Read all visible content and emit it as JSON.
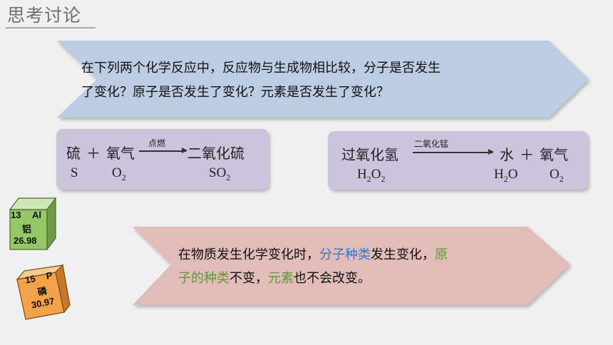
{
  "header": {
    "title": "思考讨论"
  },
  "question": {
    "line1": "在下列两个化学反应中，反应物与生成物相比较，分子是否发生",
    "line2": "了变化？原子是否发生了变化？元素是否发生了变化？"
  },
  "reaction1": {
    "reactant1": "硫",
    "plus": "＋",
    "reactant2": "氧气",
    "condition": "点燃",
    "product": "二氧化硫",
    "f_reactant1": "S",
    "f_reactant2_base": "O",
    "f_reactant2_sub": "2",
    "f_product_base": "SO",
    "f_product_sub": "2"
  },
  "reaction2": {
    "reactant": "过氧化氢",
    "condition": "二氧化锰",
    "product1": "水",
    "plus": "＋",
    "product2": "氧气",
    "f_reactant_h": "H",
    "f_reactant_sub1": "2",
    "f_reactant_o": "O",
    "f_reactant_sub2": "2",
    "f_product1_h": "H",
    "f_product1_sub": "2",
    "f_product1_o": "O",
    "f_product2_base": "O",
    "f_product2_sub": "2"
  },
  "answer": {
    "p1": "在物质发生化学变化时，",
    "p2": "分子种类",
    "p3": "发生变化，",
    "p4": "原",
    "p5": "子的种类",
    "p6": "不变，",
    "p7": "元素",
    "p8": "也不会改变。"
  },
  "element_cards": [
    {
      "number": "13",
      "symbol": "Al",
      "name": "铝",
      "mass": "26.98"
    },
    {
      "number": "15",
      "symbol": "P",
      "name": "磷",
      "mass": "30.97"
    }
  ],
  "colors": {
    "question_banner": "#bccde3",
    "reaction_box": "#ccc3dd",
    "answer_banner": "#e2bcb8",
    "highlight_blue": "#3a76c4",
    "highlight_green": "#5f9a3a",
    "card_green": "#94c765"
  }
}
